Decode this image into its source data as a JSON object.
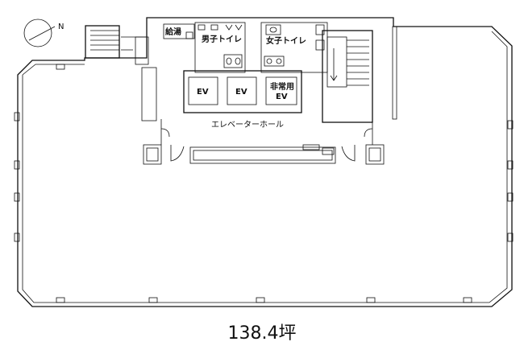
{
  "plan": {
    "rooms": {
      "kitchenette": "給湯",
      "mens_toilet": "男子トイレ",
      "womens_toilet": "女子トイレ",
      "elevator_hall": "エレベーターホール"
    },
    "elevators": [
      {
        "label": "EV",
        "sub": ""
      },
      {
        "label": "EV",
        "sub": ""
      },
      {
        "label": "非常用",
        "sub": "EV"
      }
    ],
    "north_mark": "N",
    "area": "138.4坪"
  }
}
